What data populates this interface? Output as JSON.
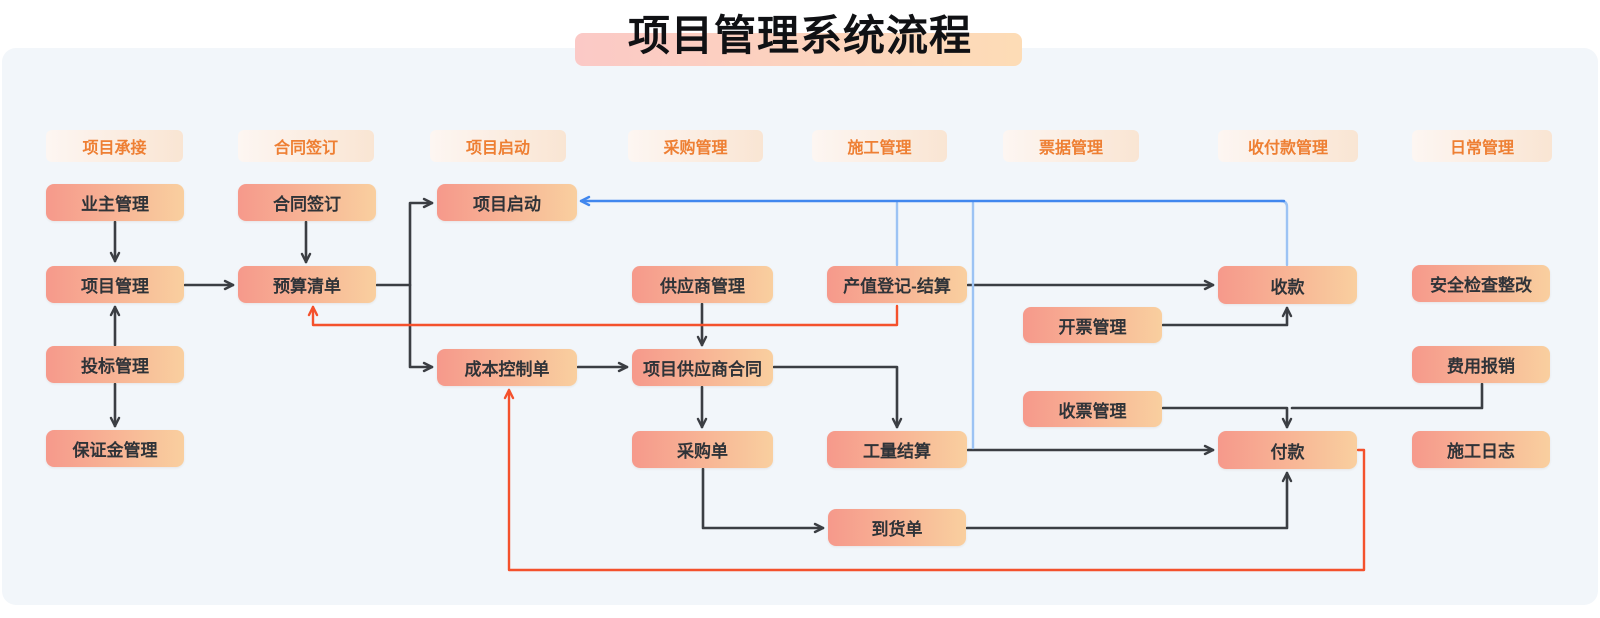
{
  "title": {
    "text": "项目管理系统流程"
  },
  "headers": [
    {
      "id": "project-undertake",
      "label": "项目承接"
    },
    {
      "id": "contract-signing",
      "label": "合同签订"
    },
    {
      "id": "project-startup",
      "label": "项目启动"
    },
    {
      "id": "procurement-mgmt",
      "label": "采购管理"
    },
    {
      "id": "construction-mgmt",
      "label": "施工管理"
    },
    {
      "id": "bill-mgmt",
      "label": "票据管理"
    },
    {
      "id": "receipt-payment-mgmt",
      "label": "收付款管理"
    },
    {
      "id": "daily-mgmt",
      "label": "日常管理"
    }
  ],
  "nodes": [
    {
      "id": "owner-mgmt",
      "label": "业主管理"
    },
    {
      "id": "project-mgmt",
      "label": "项目管理"
    },
    {
      "id": "bid-mgmt",
      "label": "投标管理"
    },
    {
      "id": "deposit-mgmt",
      "label": "保证金管理"
    },
    {
      "id": "contract-sign",
      "label": "合同签订"
    },
    {
      "id": "budget-list",
      "label": "预算清单"
    },
    {
      "id": "project-start",
      "label": "项目启动"
    },
    {
      "id": "cost-control",
      "label": "成本控制单"
    },
    {
      "id": "supplier-mgmt",
      "label": "供应商管理"
    },
    {
      "id": "supplier-contract",
      "label": "项目供应商合同"
    },
    {
      "id": "purchase-order",
      "label": "采购单"
    },
    {
      "id": "output-settle",
      "label": "产值登记-结算"
    },
    {
      "id": "quantity-settle",
      "label": "工量结算"
    },
    {
      "id": "arrival-order",
      "label": "到货单"
    },
    {
      "id": "invoice-issue",
      "label": "开票管理"
    },
    {
      "id": "invoice-receive",
      "label": "收票管理"
    },
    {
      "id": "receipt",
      "label": "收款"
    },
    {
      "id": "payment",
      "label": "付款"
    },
    {
      "id": "safety-check",
      "label": "安全检查整改"
    },
    {
      "id": "expense",
      "label": "费用报销"
    },
    {
      "id": "construction-log",
      "label": "施工日志"
    }
  ],
  "edges": [
    {
      "from": "owner-mgmt",
      "to": "project-mgmt",
      "color": "black"
    },
    {
      "from": "bid-mgmt",
      "to": "project-mgmt",
      "color": "black"
    },
    {
      "from": "bid-mgmt",
      "to": "deposit-mgmt",
      "color": "black"
    },
    {
      "from": "project-mgmt",
      "to": "budget-list",
      "color": "black"
    },
    {
      "from": "contract-sign",
      "to": "budget-list",
      "color": "black"
    },
    {
      "from": "budget-list",
      "to": "project-start",
      "color": "black"
    },
    {
      "from": "budget-list",
      "to": "cost-control",
      "color": "black"
    },
    {
      "from": "cost-control",
      "to": "supplier-contract",
      "color": "black"
    },
    {
      "from": "supplier-mgmt",
      "to": "supplier-contract",
      "color": "black"
    },
    {
      "from": "supplier-contract",
      "to": "purchase-order",
      "color": "black"
    },
    {
      "from": "supplier-contract",
      "to": "quantity-settle",
      "color": "black"
    },
    {
      "from": "purchase-order",
      "to": "arrival-order",
      "color": "black"
    },
    {
      "from": "output-settle",
      "to": "receipt",
      "color": "black"
    },
    {
      "from": "invoice-issue",
      "to": "receipt",
      "color": "black"
    },
    {
      "from": "quantity-settle",
      "to": "payment",
      "color": "black"
    },
    {
      "from": "invoice-receive",
      "to": "payment",
      "color": "black"
    },
    {
      "from": "expense",
      "to": "payment",
      "color": "black"
    },
    {
      "from": "arrival-order",
      "to": "payment",
      "color": "black"
    },
    {
      "from": "output-settle",
      "to": "project-start",
      "color": "blue"
    },
    {
      "from": "quantity-settle",
      "to": "project-start",
      "color": "blue"
    },
    {
      "from": "receipt",
      "to": "project-start",
      "color": "blue"
    },
    {
      "from": "output-settle",
      "to": "budget-list",
      "color": "red"
    },
    {
      "from": "payment",
      "to": "cost-control",
      "color": "red"
    }
  ],
  "colors": {
    "black": "#3b3e43",
    "red": "#f4512c",
    "blue": "#4187ee",
    "blue_light": "#9cc3f4",
    "node_gradient_left": "#f6998b",
    "node_gradient_right": "#f9cf9f",
    "node_text": "#2f3338",
    "header_text": "#ee7f33",
    "header_gradient_left": "#fdf6f2",
    "header_gradient_right": "#f9e5d3",
    "title_highlight_left": "#fbc9c6",
    "title_highlight_right": "#fddcb6",
    "panel_background": "#f2f6fa"
  }
}
